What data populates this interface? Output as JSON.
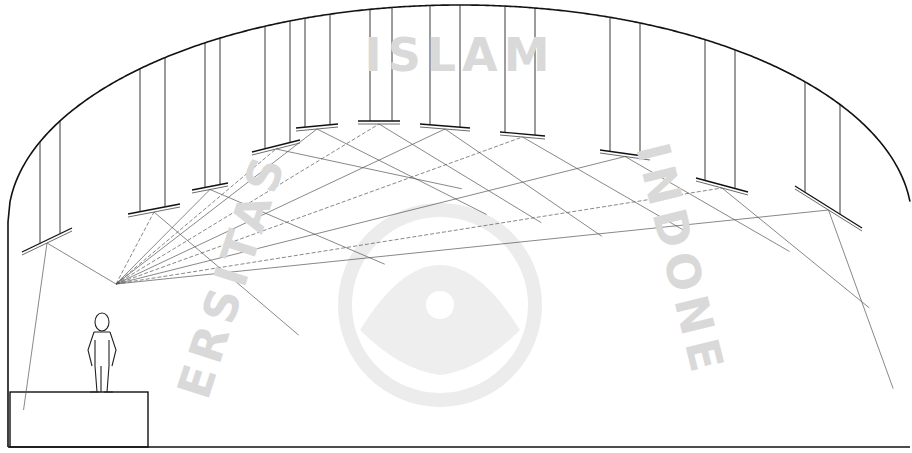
{
  "diagram": {
    "labels": [
      "ISLAM",
      "ERSITAS",
      "INDONE"
    ]
  }
}
